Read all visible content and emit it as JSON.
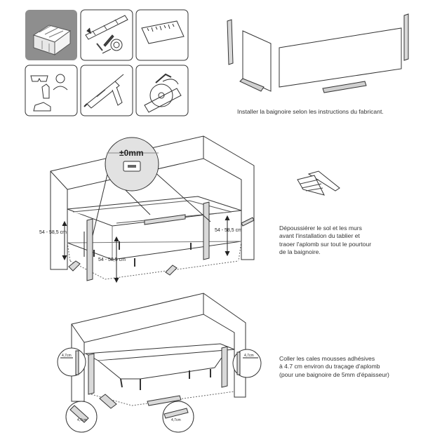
{
  "captions": {
    "install": "Installer la baignoire selon les instructions du fabricant.",
    "dust": [
      "Dépoussiérer le sol et les murs",
      "avant l'installation du tablier et",
      "traoer l'aplomb sur tout le pourtour",
      "de la baignoire."
    ],
    "glue": [
      "Coller les cales mousses adhésives",
      "à 4.7 cm environ du traçage d'aplomb",
      "(pour une baignoire de 5mm d'épaisseur)"
    ]
  },
  "measurements": {
    "level": "±0mm",
    "height_left": "54 - 58,5 cm",
    "height_center": "54 - 58,5 cm",
    "height_right": "54 - 58,5 cm",
    "offset": "4,7cm"
  },
  "tools": [
    "toolbox-icon",
    "level-and-tape-icon",
    "ruler-icon",
    "safety-gear-icon",
    "caulk-gun-icon",
    "circular-saw-icon"
  ]
}
